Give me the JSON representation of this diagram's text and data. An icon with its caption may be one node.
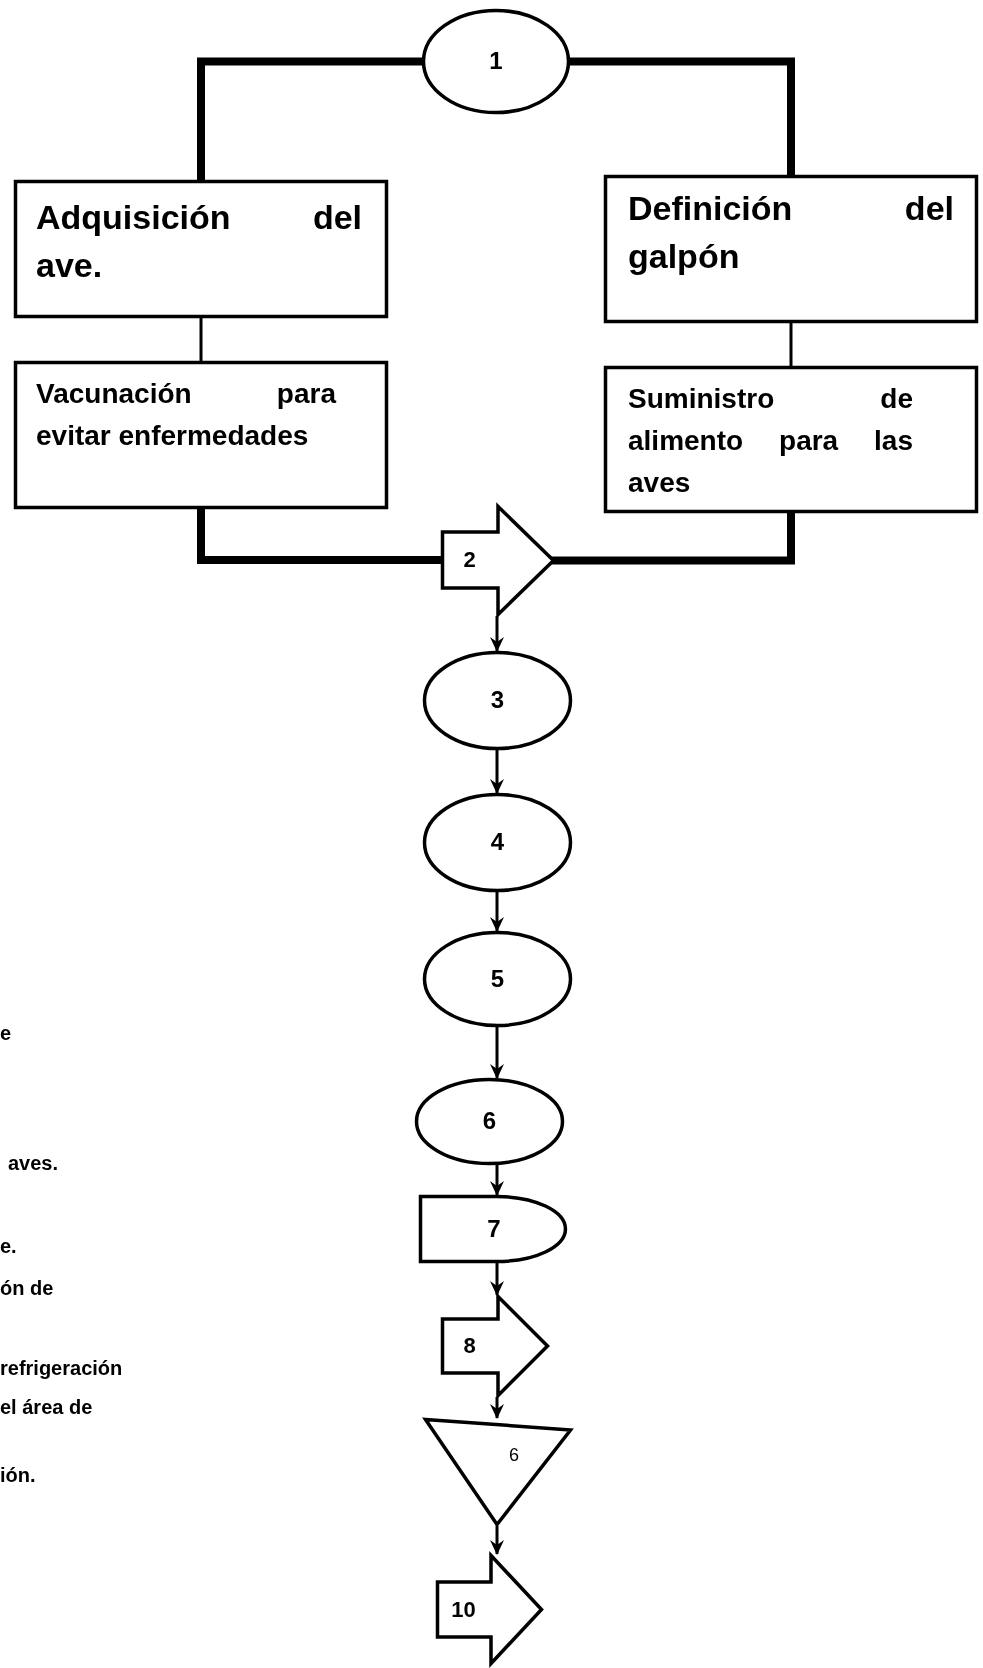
{
  "diagram": {
    "nodes": [
      {
        "text": [
          "1"
        ]
      },
      {
        "text": [
          "Adquisición del ave."
        ]
      },
      {
        "text": [
          "Definición del galpón"
        ]
      },
      {
        "text": [
          "Vacunación para evitar enfermedades"
        ]
      },
      {
        "text": [
          "Suministro de alimento para las aves"
        ]
      },
      {
        "text": [
          "2"
        ]
      },
      {
        "text": [
          "3"
        ]
      },
      {
        "text": [
          "4"
        ]
      },
      {
        "text": [
          "5"
        ]
      },
      {
        "text": [
          "6"
        ]
      },
      {
        "text": [
          "7"
        ]
      },
      {
        "text": [
          "8"
        ]
      },
      {
        "text": [
          "6"
        ]
      },
      {
        "text": [
          "10"
        ]
      }
    ],
    "edges": [
      {
        "from": 0,
        "to": 1,
        "arrow": "none",
        "style": "thick"
      },
      {
        "from": 0,
        "to": 2,
        "arrow": "none",
        "style": "thick"
      },
      {
        "from": 1,
        "to": 3,
        "arrow": "none"
      },
      {
        "from": 2,
        "to": 4,
        "arrow": "none"
      },
      {
        "from": 3,
        "to": 5,
        "arrow": "none",
        "style": "thick"
      },
      {
        "from": 4,
        "to": 5,
        "arrow": "none",
        "style": "thick"
      },
      {
        "from": 5,
        "to": 6,
        "arrow": "to"
      },
      {
        "from": 6,
        "to": 7,
        "arrow": "to"
      },
      {
        "from": 7,
        "to": 8,
        "arrow": "to"
      },
      {
        "from": 8,
        "to": 9,
        "arrow": "to"
      },
      {
        "from": 9,
        "to": 10,
        "arrow": "to"
      },
      {
        "from": 10,
        "to": 11,
        "arrow": "to"
      },
      {
        "from": 11,
        "to": 12,
        "arrow": "to"
      },
      {
        "from": 12,
        "to": 13,
        "arrow": "to"
      }
    ],
    "labels": [
      "e",
      "aves.",
      "e.",
      "ón de",
      "refrigeración",
      "el área de",
      "ión."
    ]
  }
}
